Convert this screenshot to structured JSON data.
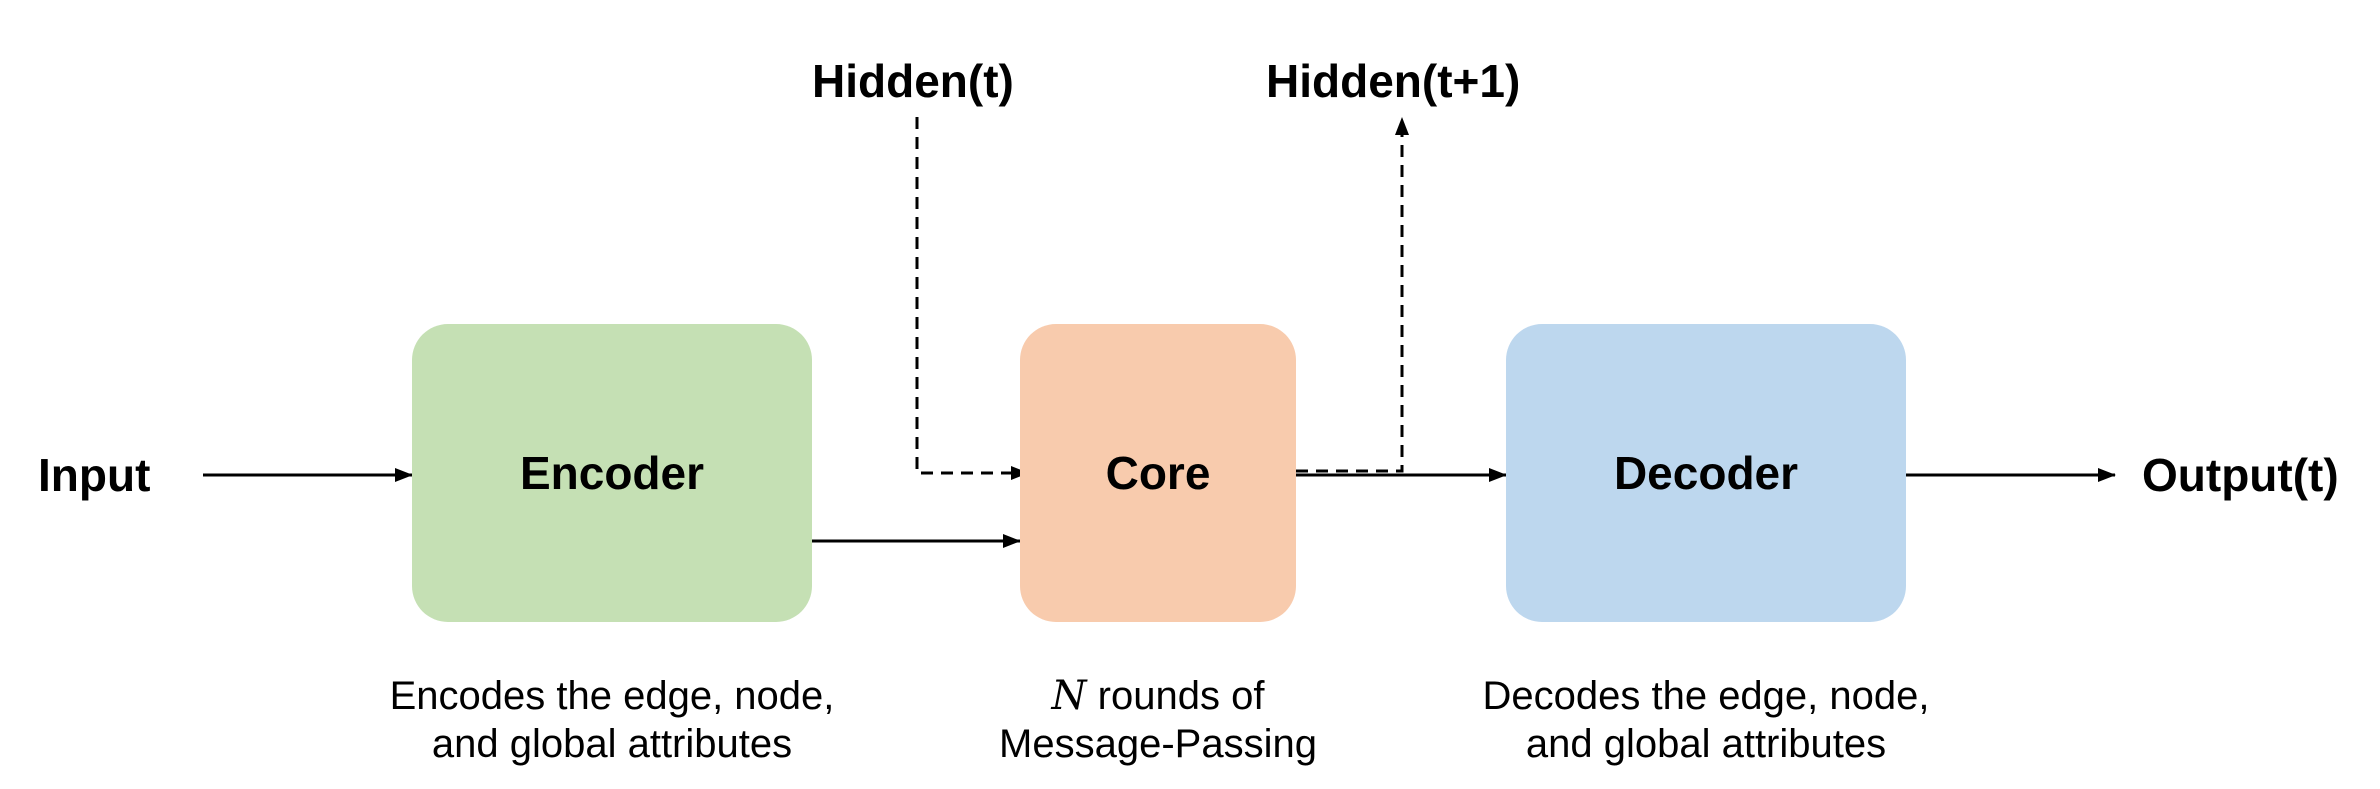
{
  "colors": {
    "encoder": "#c5e0b4",
    "core": "#f8cbad",
    "decoder": "#bdd7ee",
    "arrow": "#000000"
  },
  "diagram": {
    "input_label": "Input",
    "output_label": "Output(t)",
    "hidden_in_label": "Hidden(t)",
    "hidden_out_label": "Hidden(t+1)",
    "encoder": {
      "title": "Encoder",
      "caption_line1": "Encodes the edge, node,",
      "caption_line2": "and global attributes"
    },
    "core": {
      "title": "Core",
      "caption_symbol": "N",
      "caption_line1_rest": " rounds of",
      "caption_line2": "Message-Passing"
    },
    "decoder": {
      "title": "Decoder",
      "caption_line1": "Decodes the edge, node,",
      "caption_line2": "and global attributes"
    }
  }
}
